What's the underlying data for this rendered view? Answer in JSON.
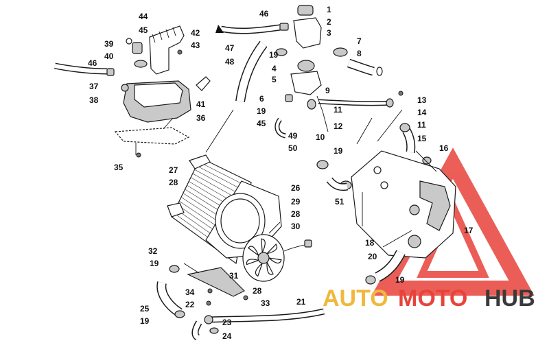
{
  "diagram": {
    "callouts": [
      "1",
      "2",
      "3",
      "4",
      "5",
      "6",
      "7",
      "8",
      "9",
      "10",
      "11",
      "12",
      "13",
      "14",
      "15",
      "16",
      "17",
      "18",
      "19",
      "20",
      "21",
      "22",
      "23",
      "24",
      "25",
      "26",
      "27",
      "28",
      "29",
      "30",
      "31",
      "32",
      "33",
      "34",
      "35",
      "36",
      "37",
      "38",
      "39",
      "40",
      "41",
      "42",
      "43",
      "44",
      "45",
      "46",
      "47",
      "48",
      "49",
      "50",
      "51"
    ]
  },
  "watermark": {
    "part1": "AUTO",
    "part2": "MOTO",
    "part3": "HUB",
    "colors": {
      "accent": "#e8433b",
      "gold": "#f0b83c",
      "dark": "#3a3a3a"
    }
  }
}
